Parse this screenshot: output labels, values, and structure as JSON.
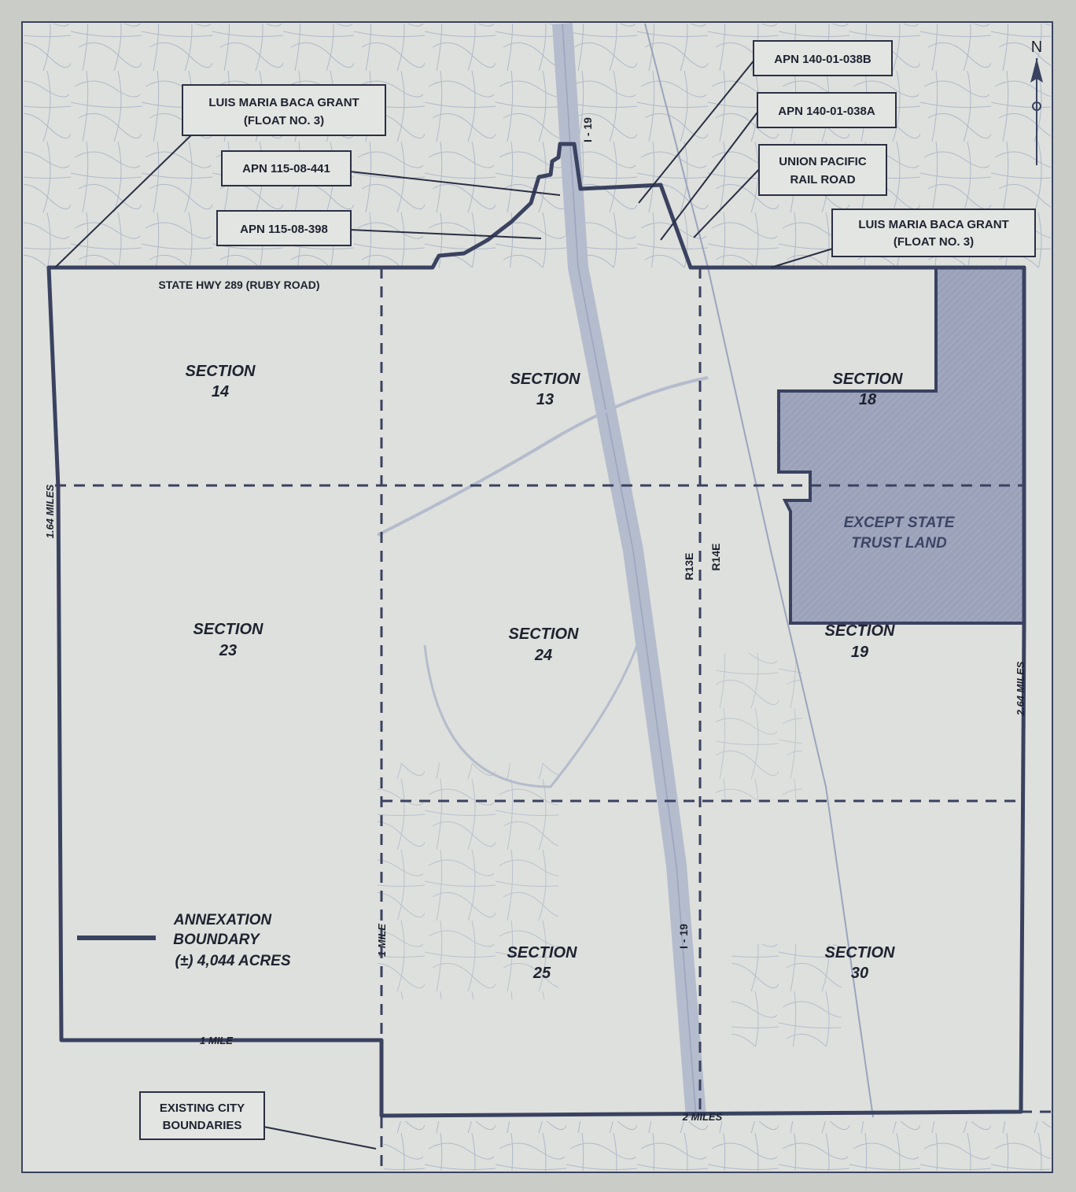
{
  "colors": {
    "background": "#c9ccc7",
    "sheet": "#dde0dc",
    "boundary": "#3a4260",
    "trust_fill": "#9aa1b8",
    "streets": "#aab4c8"
  },
  "north_arrow": {
    "label": "N"
  },
  "callouts": {
    "luis_grant_left": {
      "line1": "LUIS MARIA BACA GRANT",
      "line2": "(FLOAT NO. 3)"
    },
    "apn_441": "APN 115-08-441",
    "apn_398": "APN 115-08-398",
    "apn_038b": "APN 140-01-038B",
    "apn_038a": "APN 140-01-038A",
    "union_pacific": {
      "line1": "UNION PACIFIC",
      "line2": "RAIL ROAD"
    },
    "luis_grant_right": {
      "line1": "LUIS MARIA BACA GRANT",
      "line2": "(FLOAT NO. 3)"
    },
    "existing_city": {
      "line1": "EXISTING CITY",
      "line2": "BOUNDARIES"
    }
  },
  "roads": {
    "i19_north": "I - 19",
    "i19_south": "I - 19",
    "ruby_road": "STATE HWY 289 (RUBY ROAD)",
    "r13e": "R13E",
    "r14e": "R14E"
  },
  "sections": [
    {
      "word": "SECTION",
      "number": "14"
    },
    {
      "word": "SECTION",
      "number": "13"
    },
    {
      "word": "SECTION",
      "number": "18"
    },
    {
      "word": "SECTION",
      "number": "23"
    },
    {
      "word": "SECTION",
      "number": "24"
    },
    {
      "word": "SECTION",
      "number": "19"
    },
    {
      "word": "SECTION",
      "number": "25"
    },
    {
      "word": "SECTION",
      "number": "30"
    }
  ],
  "trust_land": {
    "line1": "EXCEPT STATE",
    "line2": "TRUST LAND"
  },
  "dimensions": {
    "left": "1.64 MILES",
    "right": "2.64 MILES",
    "bottom_left": "1 MILE",
    "mid_vertical": "1 MILE",
    "bottom": "2 MILES"
  },
  "legend": {
    "line1": "ANNEXATION",
    "line2": "BOUNDARY",
    "line3": "(±) 4,044 ACRES"
  }
}
